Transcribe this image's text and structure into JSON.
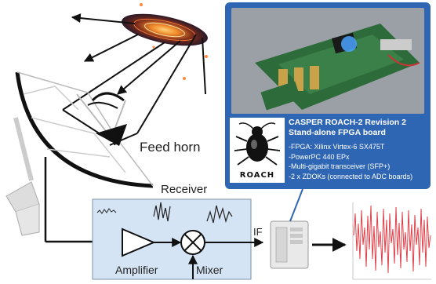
{
  "labels": {
    "feed_horn": "Feed horn",
    "receiver": "Receiver",
    "amplifier": "Amplifier",
    "mixer": "Mixer",
    "if": "IF"
  },
  "roach": {
    "logo_text": "ROACH",
    "title_line1": "CASPER ROACH-2 Revision 2",
    "title_line2": "Stand-alone FPGA board",
    "specs": [
      "-FPGA: Xilinx Virtex-6 SX475T",
      "-PowerPC 440 EPx",
      "-Multi-gigabit transceiver (SFP+)",
      "-2 x ZDOKs (connected to ADC boards)"
    ]
  },
  "colors": {
    "panel_blue": "#2f66b4",
    "receiver_box": "#d5e4f4",
    "signal_red": "#e0414a",
    "galaxy_core": "#f08a2a"
  }
}
